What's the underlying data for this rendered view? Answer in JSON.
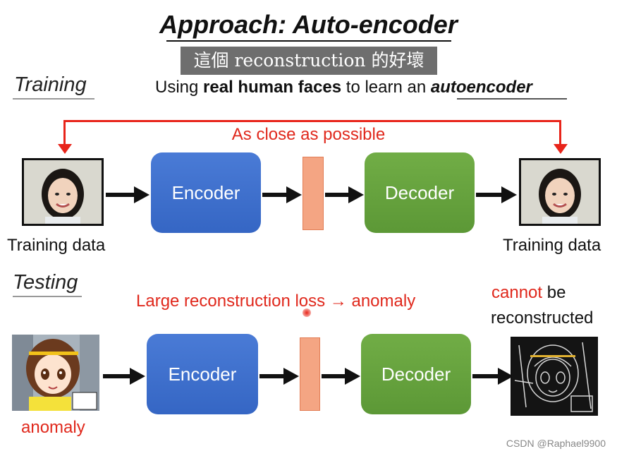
{
  "title": "Approach: Auto-encoder",
  "subtitle": "這個 reconstruction 的好壞",
  "training": {
    "label": "Training",
    "description_pre": "Using ",
    "description_bold": "real human faces",
    "description_mid": " to learn an ",
    "description_emph": "autoencoder",
    "feedback_label": "As close as possible",
    "input_caption": "Training data",
    "output_caption": "Training data",
    "encoder_label": "Encoder",
    "decoder_label": "Decoder"
  },
  "testing": {
    "label": "Testing",
    "loss_label": "Large reconstruction loss → anomaly",
    "output_note_red": "cannot",
    "output_note_rest": " be",
    "output_note_line2": "reconstructed",
    "input_caption": "anomaly",
    "encoder_label": "Encoder",
    "decoder_label": "Decoder"
  },
  "colors": {
    "encoder": "#3e6fcc",
    "decoder": "#66a33e",
    "code": "#f4a583",
    "highlight": "#e0281c"
  },
  "watermark": "CSDN @Raphael9900"
}
